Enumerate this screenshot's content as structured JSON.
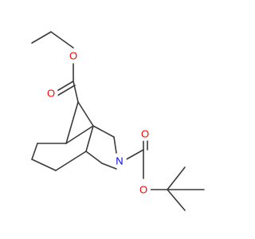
{
  "colors": {
    "bond": "#3a3a3a",
    "oxygen": "#ff0000",
    "nitrogen": "#0000ff"
  },
  "atoms": {
    "o_ester_single": "O",
    "o_ester_double": "O",
    "n_ring": "N",
    "o_boc_double": "O",
    "o_boc_single": "O"
  }
}
